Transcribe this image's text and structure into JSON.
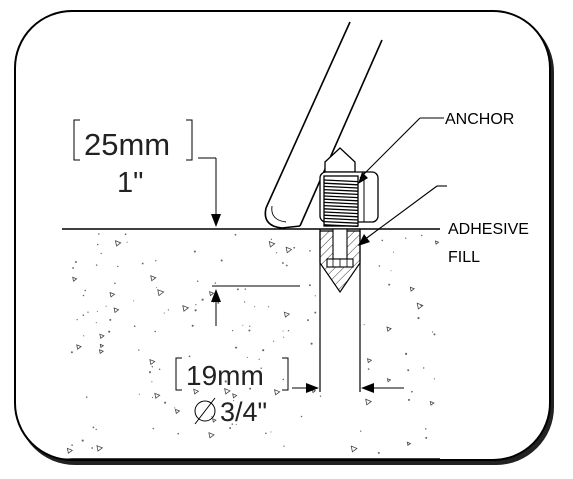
{
  "labels": {
    "anchor": "ANCHOR",
    "adhesive_line1": "ADHESIVE",
    "adhesive_line2": "FILL"
  },
  "dimensions": {
    "embed_mm": "25mm",
    "embed_in": "1\"",
    "diameter_mm": "19mm",
    "diameter_in": "3/4\""
  },
  "colors": {
    "line": "#000000",
    "concrete_speckle": "#555555",
    "frame_border": "#000000"
  }
}
